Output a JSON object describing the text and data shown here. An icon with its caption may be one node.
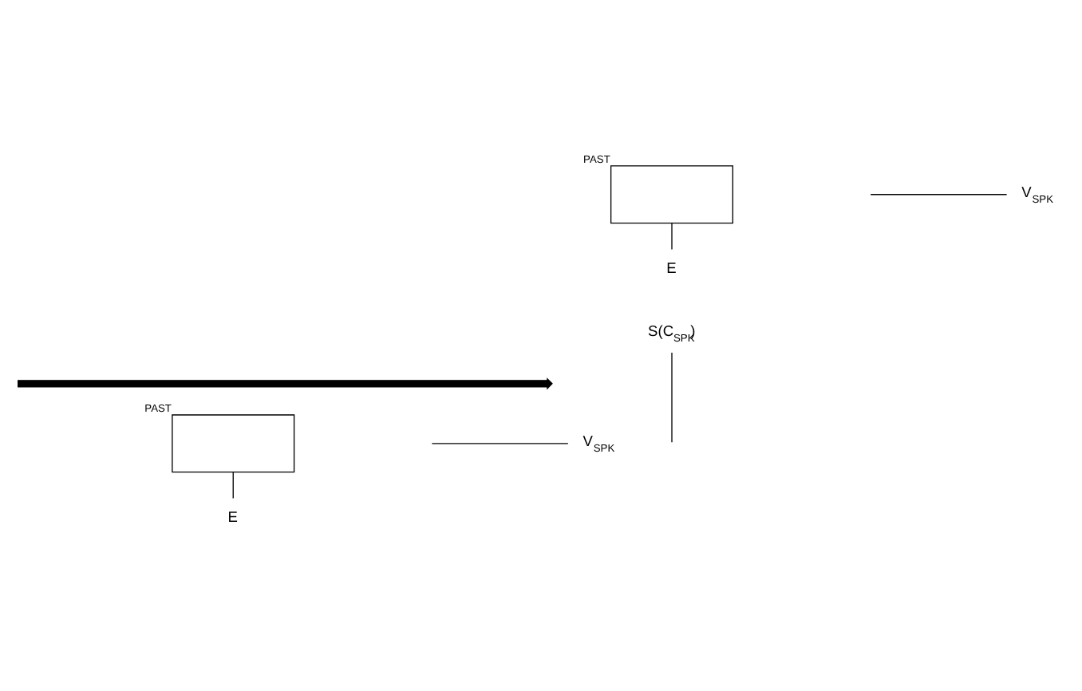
{
  "diagram": {
    "nodes": [
      {
        "text": [],
        "shape": "box",
        "beside": [
          "PAST"
        ]
      },
      {
        "text": [
          "E"
        ]
      },
      {
        "text": [
          "V$_{SPK}$"
        ]
      },
      {
        "text": [],
        "shape": "arrow"
      },
      {
        "text": [
          "S(C$_{SPK}$)"
        ]
      },
      {
        "text": [],
        "shape": "box",
        "beside": [
          "PAST"
        ]
      },
      {
        "text": [
          "E"
        ]
      },
      {
        "text": [
          "V$_{SPK}$"
        ]
      }
    ],
    "edges": [
      {
        "from": 0,
        "to": 1,
        "arrow": "none"
      },
      {
        "from": null,
        "to": 2,
        "arrow": "none"
      },
      {
        "from": 4,
        "to": null,
        "arrow": "none"
      },
      {
        "from": 5,
        "to": 6,
        "arrow": "none"
      },
      {
        "from": null,
        "to": 7,
        "arrow": "none"
      }
    ]
  }
}
